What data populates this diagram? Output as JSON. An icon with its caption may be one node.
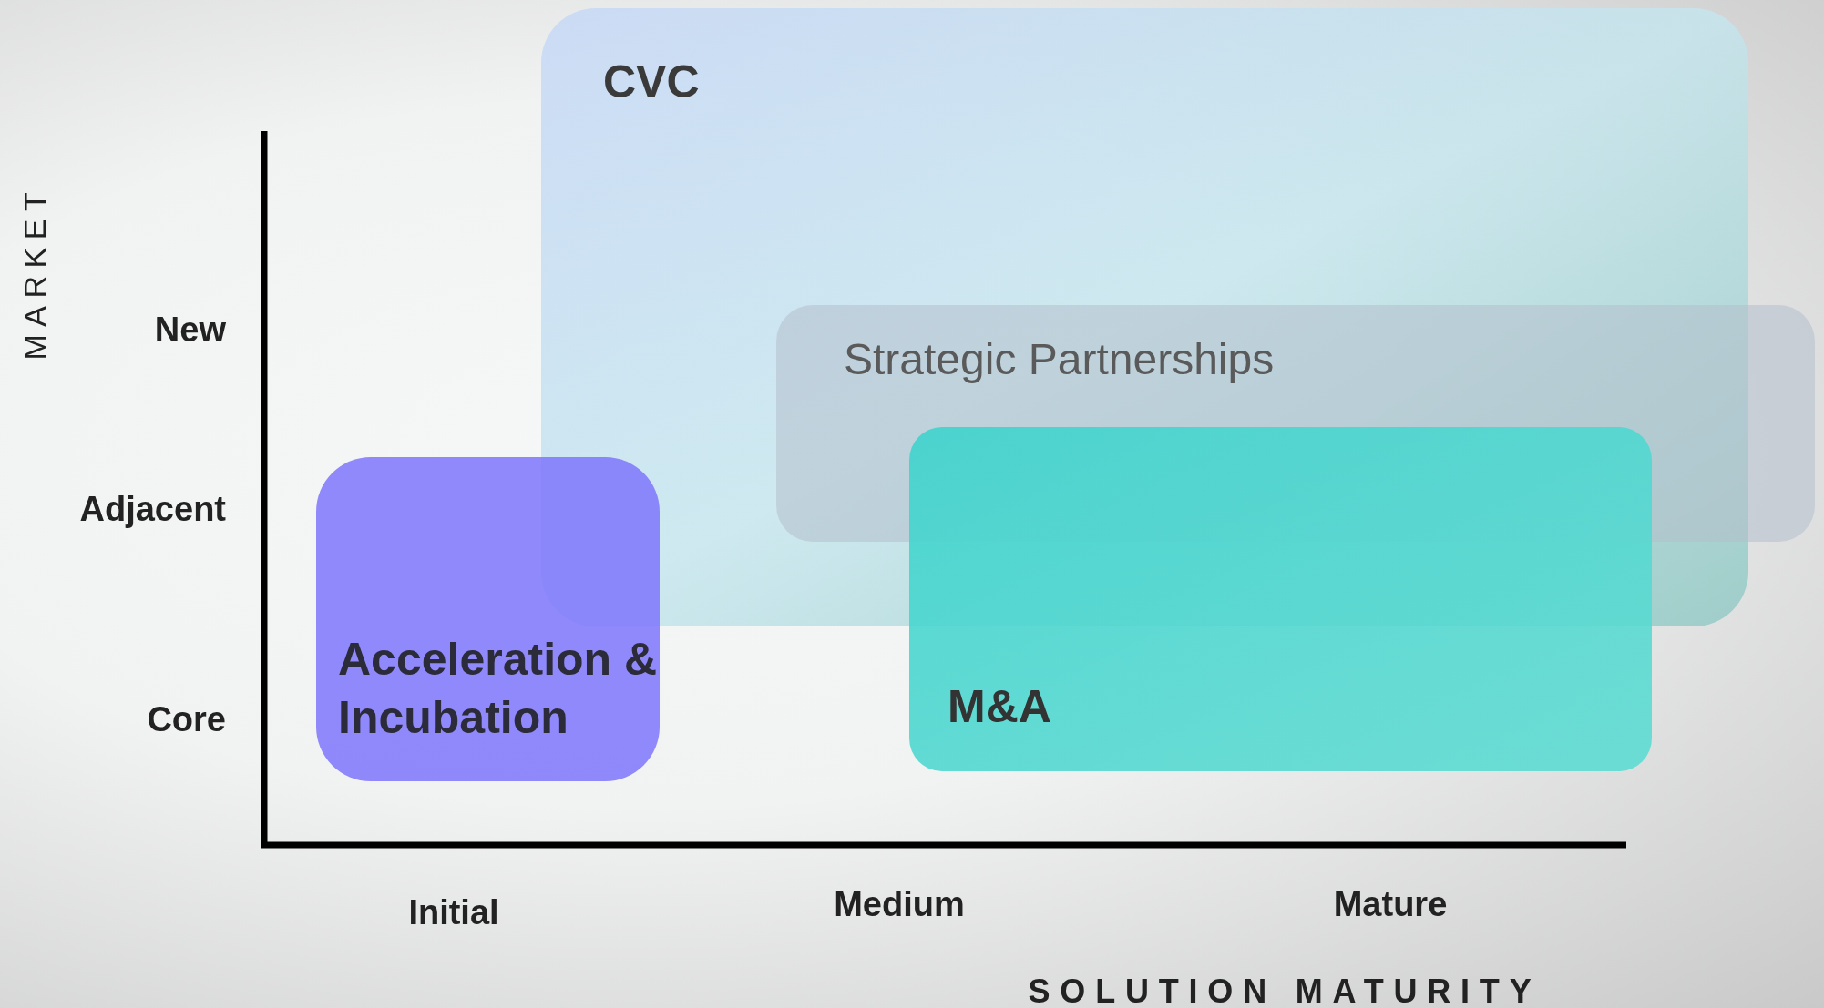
{
  "diagram": {
    "nodes": [
      {
        "text": [
          "CVC"
        ]
      },
      {
        "text": [
          "Strategic Partnerships"
        ]
      },
      {
        "text": [
          "Acceleration & Incubation"
        ]
      },
      {
        "text": [
          "M&A"
        ]
      }
    ],
    "labels": [
      "MARKET",
      "New",
      "Adjacent",
      "Core",
      "Initial",
      "Medium",
      "Mature",
      "SOLUTION MATURITY"
    ]
  }
}
